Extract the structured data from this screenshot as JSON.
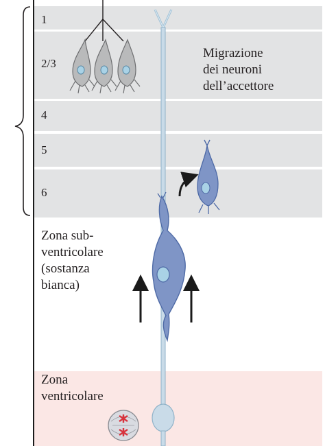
{
  "layers": [
    {
      "id": "l1",
      "label": "1"
    },
    {
      "id": "l23",
      "label": "2/3"
    },
    {
      "id": "l4",
      "label": "4"
    },
    {
      "id": "l5",
      "label": "5"
    },
    {
      "id": "l6",
      "label": "6"
    }
  ],
  "annotations": {
    "migration": "Migrazione\ndei neuroni\ndell’accettore",
    "subventricular": "Zona sub-\nventricolare\n(sostanza\nbianca)",
    "ventricular": "Zona\nventricolare"
  },
  "colors": {
    "cortex_band": "#e2e3e4",
    "ventricular_zone": "#fbe7e5",
    "migrating_neuron": "#7f95c6",
    "resident_neuron": "#b9babb",
    "radial_glia": "#c9dbe8",
    "mitotic_chromosomes": "#d8333d"
  }
}
